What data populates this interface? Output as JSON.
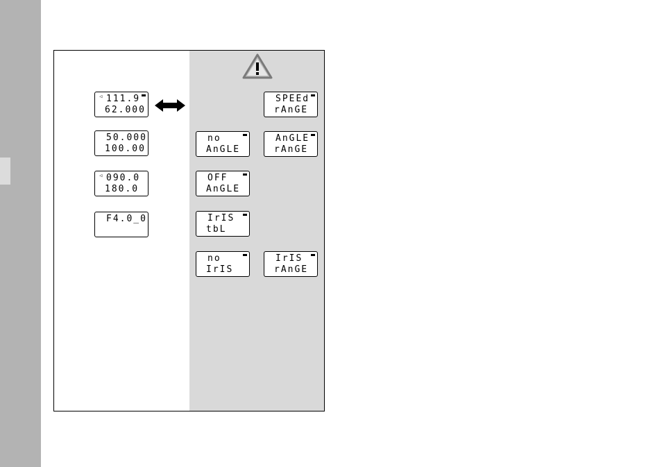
{
  "icons": {
    "warning": "warning-triangle-icon",
    "double_arrow": "double-arrow-icon"
  },
  "left_displays": [
    {
      "line1": "111.9",
      "line2": "62.000",
      "pointer": "◁",
      "flag": true
    },
    {
      "line1": "50.000",
      "line2": "100.00",
      "pointer": "",
      "flag": false
    },
    {
      "line1": "090.0",
      "line2": "180.0",
      "pointer": "◁",
      "flag": false
    },
    {
      "line1": "F4.0_0",
      "line2": "",
      "pointer": "",
      "flag": false
    }
  ],
  "right_displays": [
    {
      "line1": "SPEEd",
      "line2": "rAnGE",
      "flag": true
    },
    {
      "line1": "no",
      "line2": "AnGLE",
      "flag": true
    },
    {
      "line1": "AnGLE",
      "line2": "rAnGE",
      "flag": true
    },
    {
      "line1": "OFF",
      "line2": "AnGLE",
      "flag": true
    },
    {
      "line1": "IrIS",
      "line2": "tbL",
      "flag": true
    },
    {
      "line1": "no",
      "line2": "IrIS",
      "flag": true
    },
    {
      "line1": "IrIS",
      "line2": "rAnGE",
      "flag": true
    }
  ]
}
